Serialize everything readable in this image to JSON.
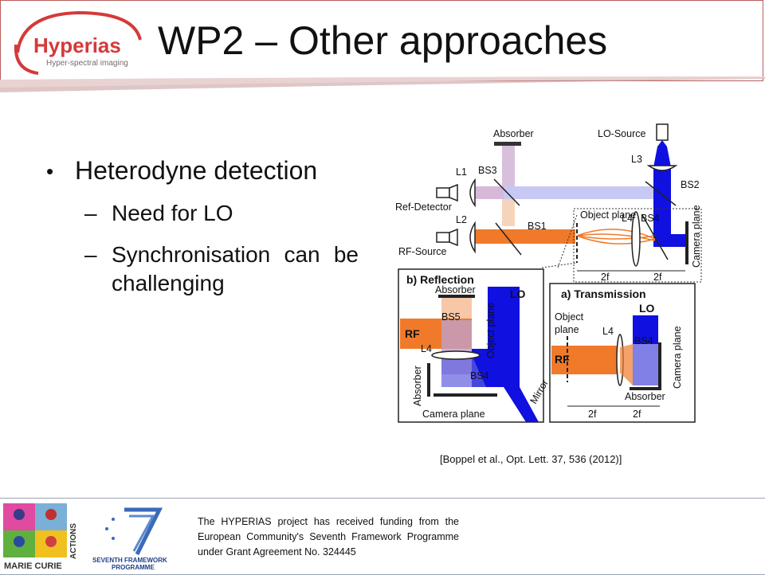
{
  "slide": {
    "title": "WP2 – Other approaches",
    "logo": {
      "name": "Hyperias",
      "tagline": "Hyper-spectral imaging"
    },
    "bullets": [
      {
        "text": "Heterodyne detection",
        "subitems": [
          "Need for LO",
          "Synchronisation can be challenging"
        ]
      }
    ],
    "citation": "[Boppel et al., Opt. Lett. 37, 536 (2012)]"
  },
  "diagram": {
    "labels": {
      "absorber_top": "Absorber",
      "lo_source": "LO-Source",
      "l1": "L1",
      "bs3": "BS3",
      "l3": "L3",
      "bs2": "BS2",
      "ref_detector": "Ref-Detector",
      "l2": "L2",
      "bs1": "BS1",
      "object_plane": "Object plane",
      "l4": "L4",
      "bs4": "BS4",
      "camera_plane": "Camera plane",
      "rf_source": "RF-Source",
      "two_f": "2f"
    },
    "reflection": {
      "title": "b) Reflection",
      "absorber": "Absorber",
      "lo": "LO",
      "bs5": "BS5",
      "object_plane": "Object plane",
      "rf": "RF",
      "l4": "L4",
      "bs4": "BS4",
      "absorber_side": "Absorber",
      "mirror": "Mirror",
      "camera_plane": "Camera plane"
    },
    "transmission": {
      "title": "a) Transmission",
      "lo": "LO",
      "object": "Object",
      "plane": "plane",
      "l4": "L4",
      "bs4": "BS4",
      "rf": "RF",
      "camera_plane": "Camera plane",
      "absorber": "Absorber",
      "two_f": "2f"
    },
    "colors": {
      "rf": "#f07a2a",
      "lo": "#1010e0",
      "lo_light": "#c8c8f4",
      "absorber": "#c8a8cc",
      "peach": "#f6c8a8"
    }
  },
  "footer": {
    "marie_curie": "MARIE CURIE",
    "actions": "ACTIONS",
    "fp7": "SEVENTH FRAMEWORK PROGRAMME",
    "fp7_line1": "SEVENTH FRAMEWORK",
    "fp7_line2": "PROGRAMME",
    "funding": "The HYPERIAS project has received funding from the European Community's Seventh Framework Programme under Grant Agreement No. 324445"
  },
  "theme": {
    "header_border": "#b85c5c",
    "logo_red": "#d43a3a",
    "footer_border": "#9aa3b5"
  }
}
